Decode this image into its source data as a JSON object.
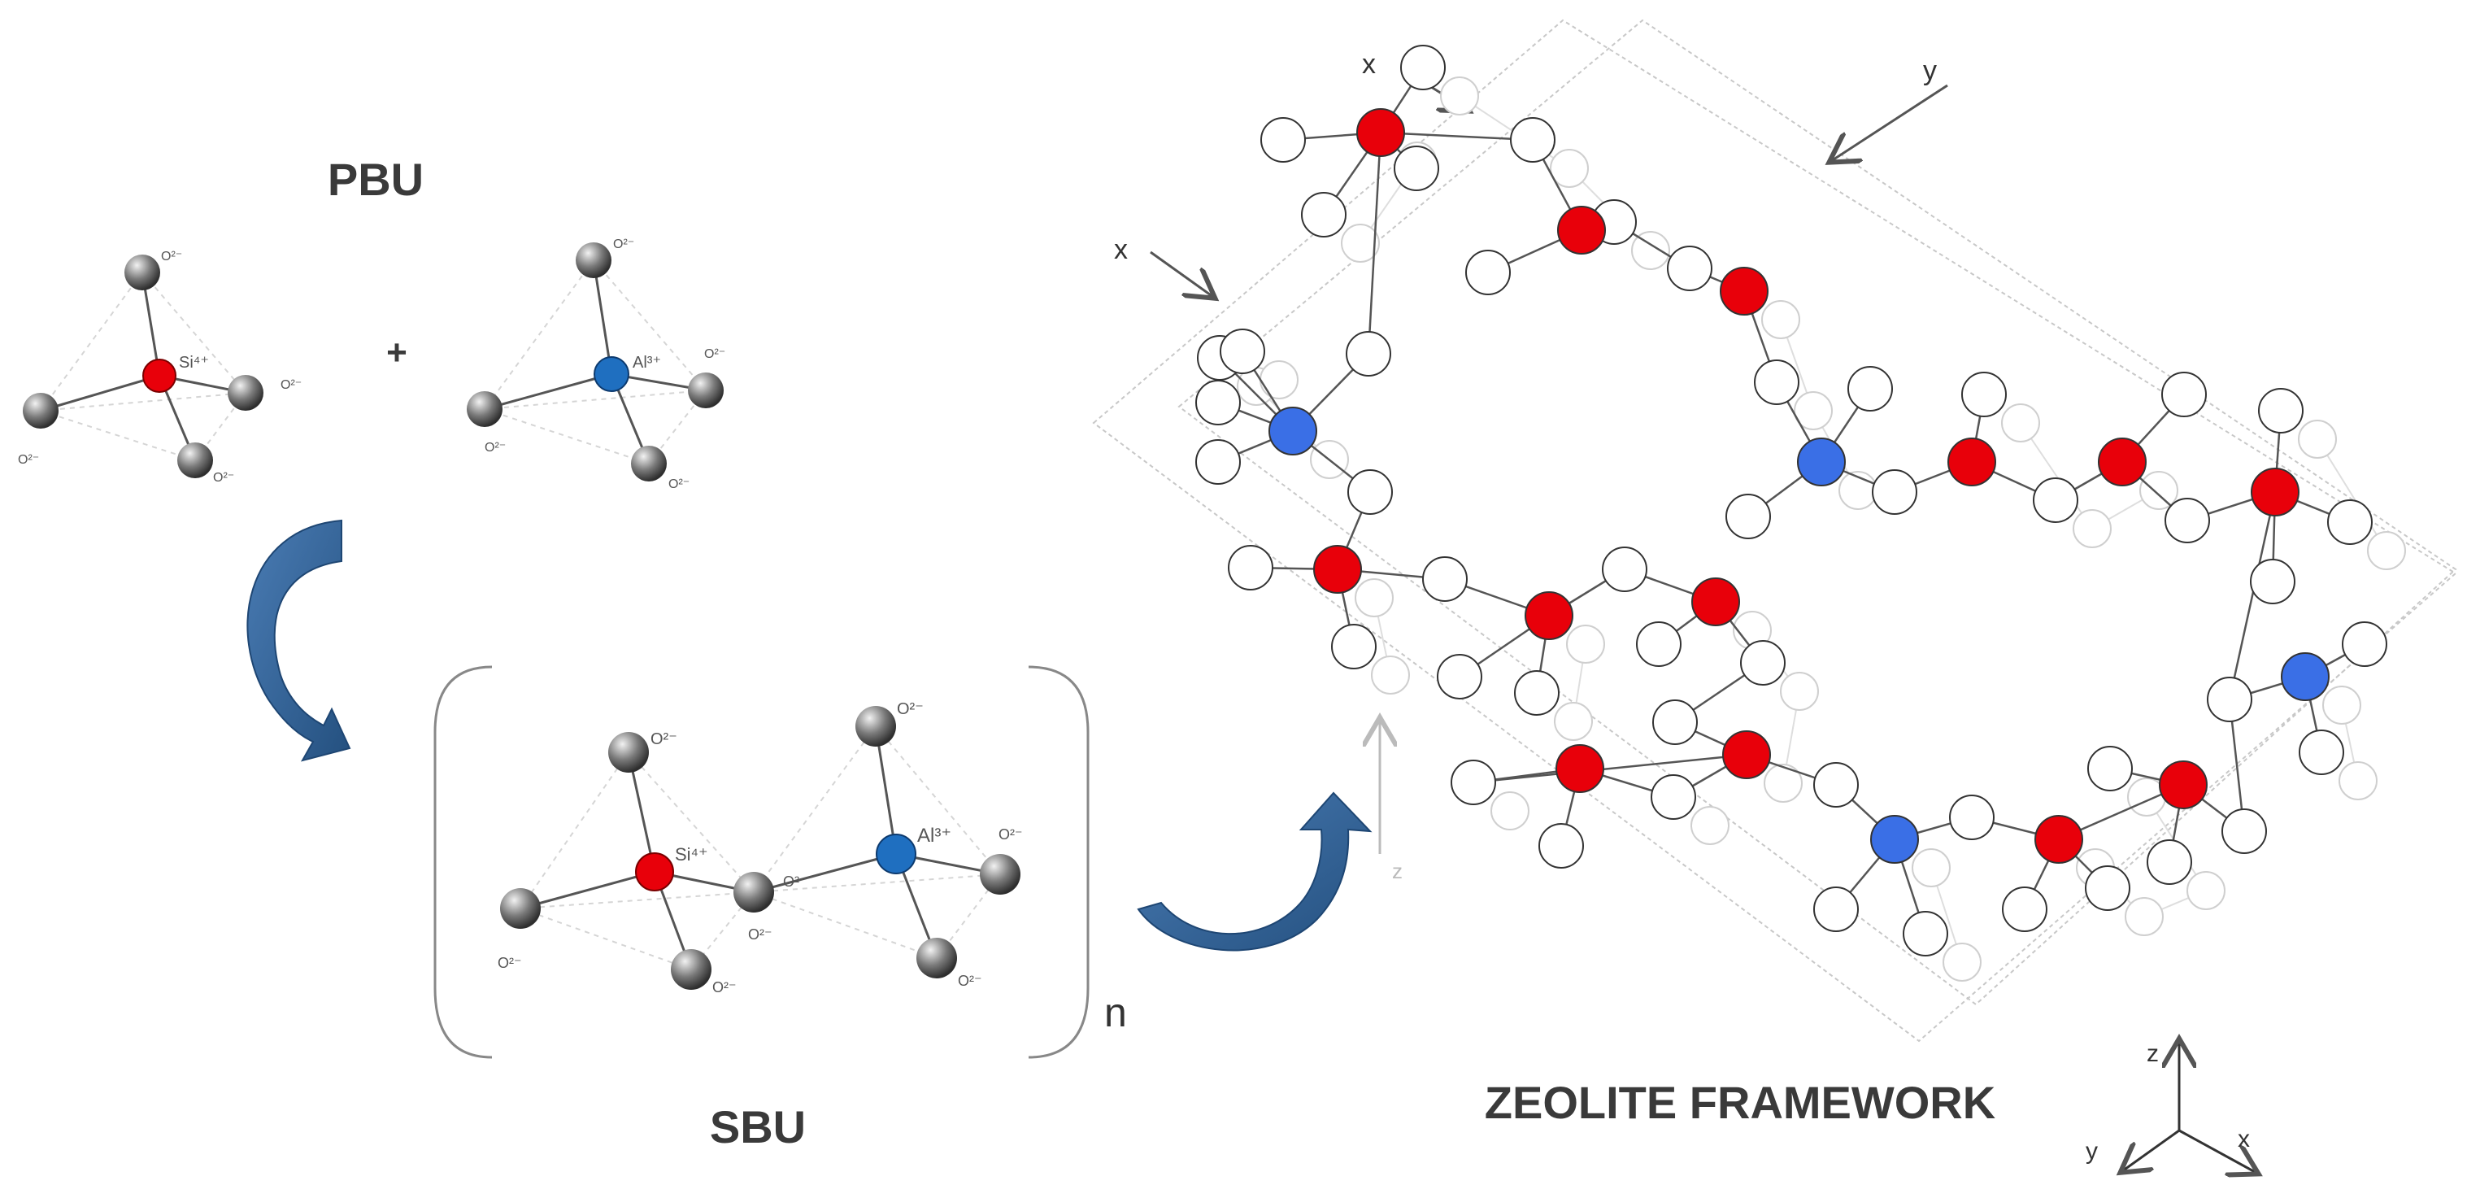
{
  "labels": {
    "pbu": "PBU",
    "sbu": "SBU",
    "framework": "ZEOLITE FRAMEWORK",
    "plus": "+",
    "repeat_n": "n"
  },
  "ions": {
    "oxygen": "O²⁻",
    "silicon": "Si⁴⁺",
    "aluminum": "Al³⁺"
  },
  "framework_axes": {
    "x_upper": "x",
    "x_left": "x",
    "y": "y",
    "z": "z"
  },
  "triad": {
    "z": "z",
    "y": "y",
    "x": "x"
  },
  "colors": {
    "silicon": "#e8000a",
    "aluminum": "#1f6fc0",
    "aluminum_framework": "#3a6fe6",
    "oxygen_dark": "#6e6e6e",
    "arrow": "#2f5e94"
  }
}
